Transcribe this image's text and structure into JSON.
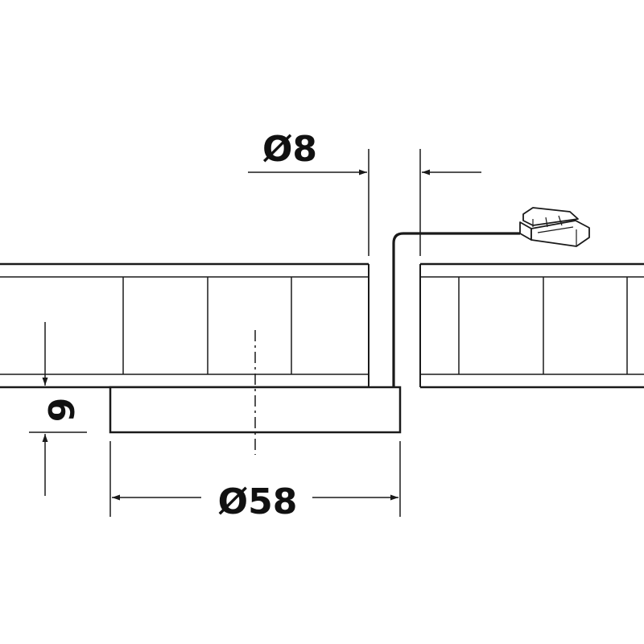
{
  "dimensions": {
    "hole_diameter": "Ø8",
    "light_diameter": "Ø58",
    "light_height": "6"
  },
  "colors": {
    "line": "#1a1a1a",
    "background": "#ffffff"
  }
}
